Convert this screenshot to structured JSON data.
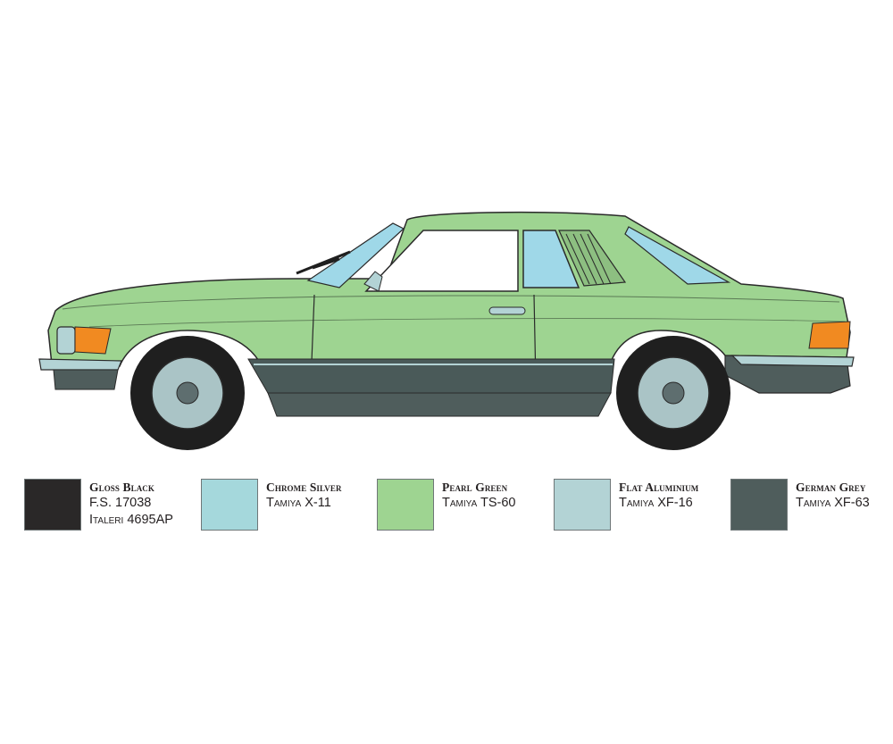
{
  "colors": {
    "car_body": "#9ed491",
    "glass": "#9fd8e8",
    "chrome": "#b3d3d5",
    "rocker": "#4a5a59",
    "lower_grey": "#4f5d5c",
    "tire": "#1f1f1f",
    "indicator": "#f18a21",
    "outline": "#2a2a2a"
  },
  "illustration": {
    "icon": "mercedes-coupe-side-profile"
  },
  "paints": [
    {
      "name": "Gloss Black",
      "ref1": "F.S. 17038",
      "ref2": "Italeri 4695AP",
      "color": "#2a2828"
    },
    {
      "name": "Chrome Silver",
      "ref1": "Tamiya X-11",
      "color": "#a5d8dc"
    },
    {
      "name": "Pearl Green",
      "ref1": "Tamiya TS-60",
      "color": "#9ed491"
    },
    {
      "name": "Flat Aluminium",
      "ref1": "Tamiya XF-16",
      "color": "#b3d3d5"
    },
    {
      "name": "German Grey",
      "ref1": "Tamiya XF-63",
      "color": "#4f5d5c"
    }
  ]
}
